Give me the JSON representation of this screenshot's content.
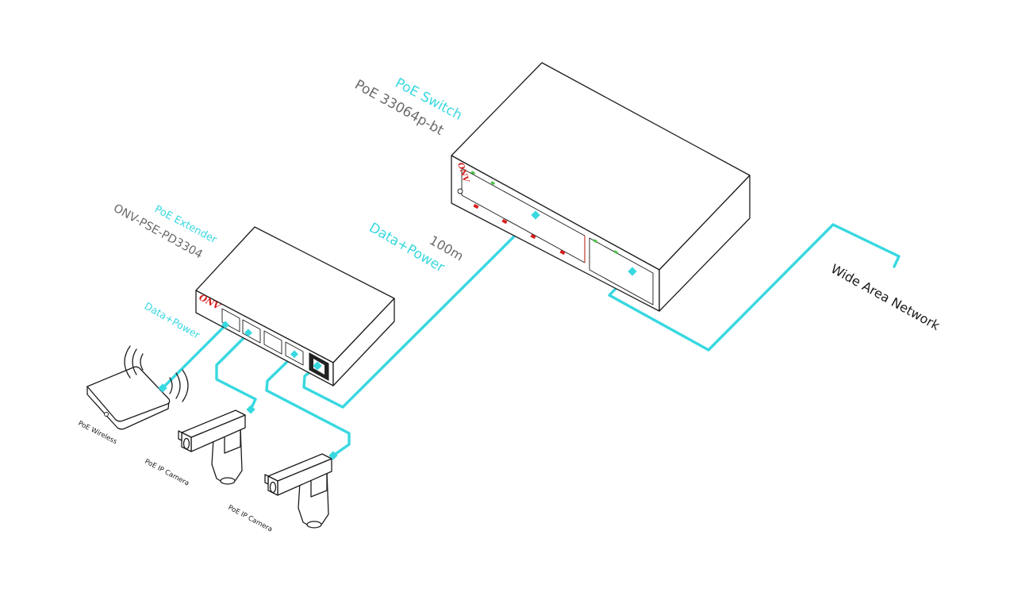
{
  "diagram": {
    "switch": {
      "name": "PoE Switch",
      "model": "PoE 33064p-bt",
      "logo": "ONV"
    },
    "extender": {
      "name": "PoE Extender",
      "model": "ONV-PSE-PD3304",
      "logo": "ONV"
    },
    "uplink": {
      "distance": "100m",
      "label": "Data+Power"
    },
    "wireless_link": {
      "label": "Data+Power"
    },
    "wan": {
      "label": "Wide Area Network"
    },
    "devices": [
      {
        "label": "PoE Wireless"
      },
      {
        "label": "PoE IP Camera"
      },
      {
        "label": "PoE IP Camera"
      }
    ]
  },
  "colors": {
    "accent": "#38d8e0",
    "line": "#1c1c1c",
    "muted": "#6b6b6b",
    "led": "#d81f1f",
    "led2": "#4cc24c"
  }
}
